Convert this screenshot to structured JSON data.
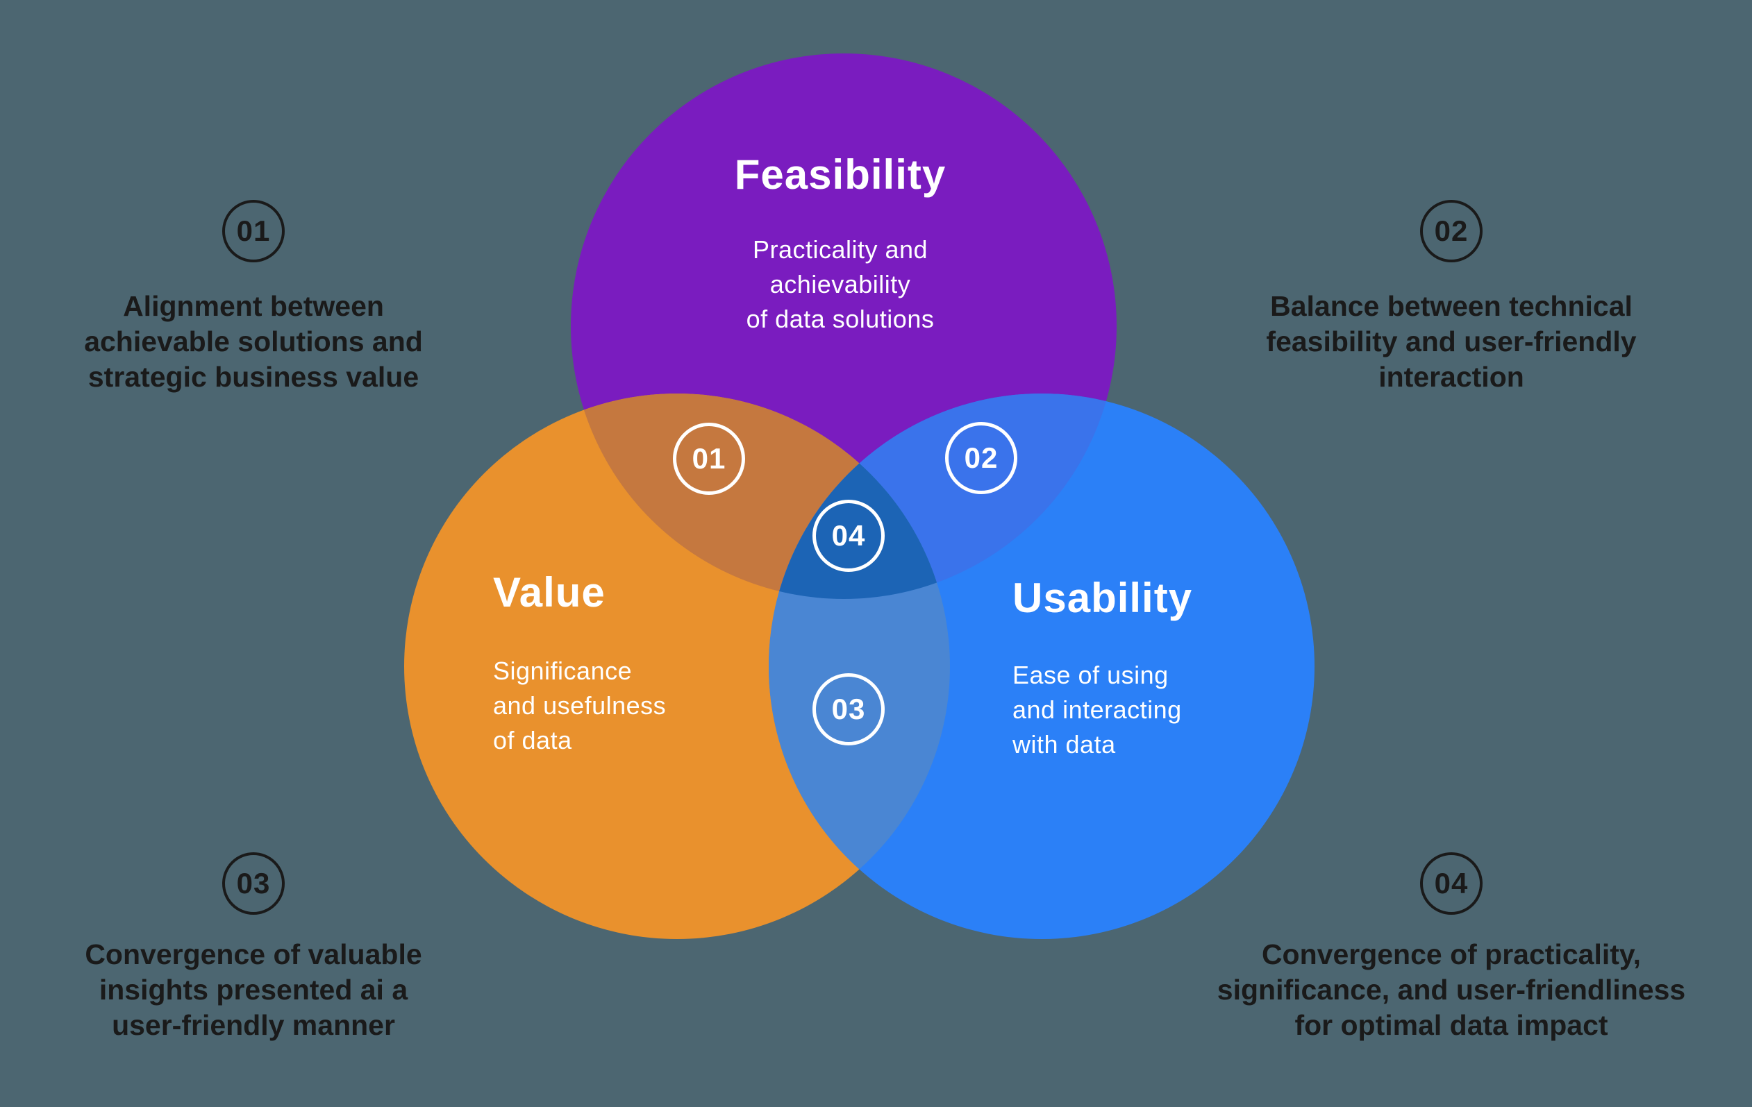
{
  "page": {
    "background_color": "#4C6671",
    "annotation_text_color": "#1A1A1A"
  },
  "venn": {
    "colors": {
      "feasibility": "#7A1CBF",
      "value": "#E9912D",
      "usability": "#2B80F7",
      "feasibility_value_overlap": "#C5783F",
      "feasibility_usability_overlap": "#3A73EB",
      "value_usability_overlap": "#4A86D3",
      "center_overlap": "#1C64B5"
    },
    "circles": [
      {
        "title": "Feasibility",
        "description_lines": [
          "Practicality and",
          "achievability",
          "of data solutions"
        ]
      },
      {
        "title": "Value",
        "description_lines": [
          "Significance",
          "and usefulness",
          "of data"
        ]
      },
      {
        "title": "Usability",
        "description_lines": [
          "Ease of using",
          "and interacting",
          "with data"
        ]
      }
    ],
    "intersections": [
      {
        "label": "01",
        "region": "feasibility-value"
      },
      {
        "label": "02",
        "region": "feasibility-usability"
      },
      {
        "label": "03",
        "region": "value-usability"
      },
      {
        "label": "04",
        "region": "feasibility-value-usability"
      }
    ]
  },
  "annotations": [
    {
      "number": "01",
      "lines": [
        "Alignment between",
        "achievable solutions and",
        "strategic business value"
      ]
    },
    {
      "number": "02",
      "lines": [
        "Balance between technical",
        "feasibility and user-friendly",
        "interaction"
      ]
    },
    {
      "number": "03",
      "lines": [
        "Convergence of valuable",
        "insights presented ai a",
        "user-friendly manner"
      ]
    },
    {
      "number": "04",
      "lines": [
        "Convergence of practicality,",
        "significance, and user-friendliness",
        "for optimal data impact"
      ]
    }
  ]
}
